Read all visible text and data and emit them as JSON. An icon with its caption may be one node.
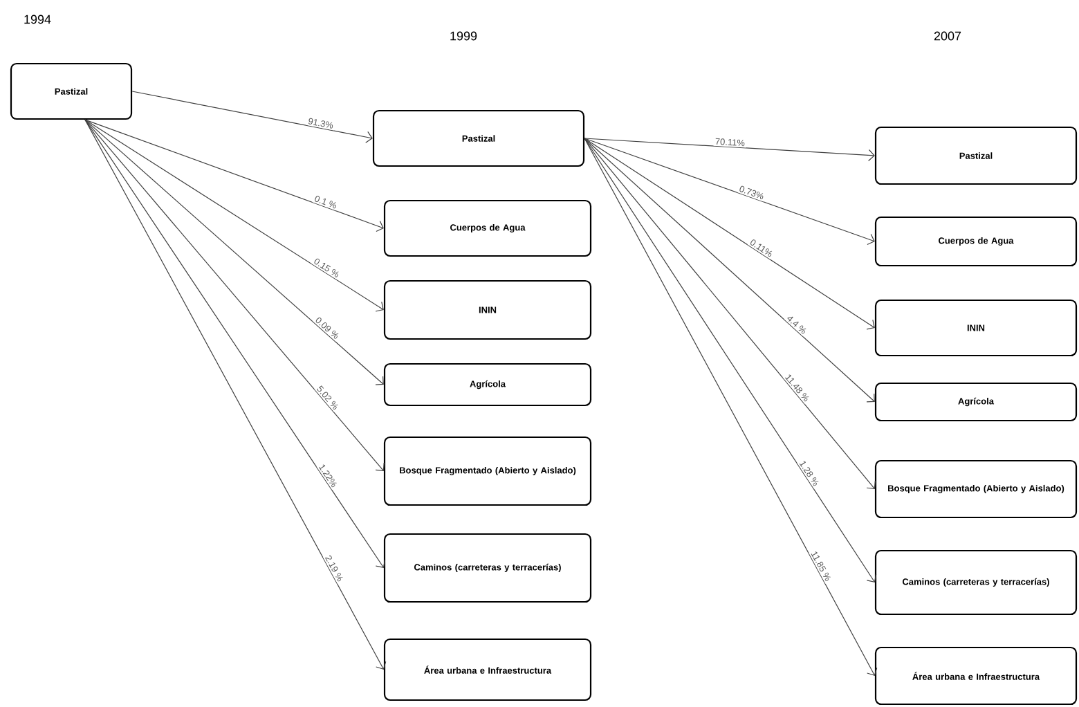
{
  "diagram": {
    "nodes": [
      {
        "text": [
          "Pastizal"
        ]
      },
      {
        "text": [
          "Pastizal"
        ]
      },
      {
        "text": [
          "Cuerpos de Agua"
        ]
      },
      {
        "text": [
          "ININ"
        ]
      },
      {
        "text": [
          "Agrícola"
        ]
      },
      {
        "text": [
          "Bosque Fragmentado (Abierto y Aislado)"
        ]
      },
      {
        "text": [
          "Caminos (carreteras y terracerías)"
        ]
      },
      {
        "text": [
          "Área urbana e Infraestructura"
        ]
      },
      {
        "text": [
          "Pastizal"
        ]
      },
      {
        "text": [
          "Cuerpos de Agua"
        ]
      },
      {
        "text": [
          "ININ"
        ]
      },
      {
        "text": [
          "Agrícola"
        ]
      },
      {
        "text": [
          "Bosque Fragmentado (Abierto y Aislado)"
        ]
      },
      {
        "text": [
          "Caminos (carreteras y terracerías)"
        ]
      },
      {
        "text": [
          "Área urbana e Infraestructura"
        ]
      }
    ],
    "edges": [
      {
        "from": 0,
        "to": 1,
        "arrow": "to",
        "label": "91.3%"
      },
      {
        "from": 0,
        "to": 2,
        "arrow": "to",
        "label": "0.1 %"
      },
      {
        "from": 0,
        "to": 3,
        "arrow": "to",
        "label": "0.15 %"
      },
      {
        "from": 0,
        "to": 4,
        "arrow": "to",
        "label": "0.09 %"
      },
      {
        "from": 0,
        "to": 5,
        "arrow": "to",
        "label": "5.02 %"
      },
      {
        "from": 0,
        "to": 6,
        "arrow": "to",
        "label": "1.22%"
      },
      {
        "from": 0,
        "to": 7,
        "arrow": "to",
        "label": "2.19 %"
      },
      {
        "from": 1,
        "to": 8,
        "arrow": "to",
        "label": "70.11%"
      },
      {
        "from": 1,
        "to": 9,
        "arrow": "to",
        "label": "0.73%"
      },
      {
        "from": 1,
        "to": 10,
        "arrow": "to",
        "label": "0.11%"
      },
      {
        "from": 1,
        "to": 11,
        "arrow": "to",
        "label": "4.4 %"
      },
      {
        "from": 1,
        "to": 12,
        "arrow": "to",
        "label": "11.48 %"
      },
      {
        "from": 1,
        "to": 13,
        "arrow": "to",
        "label": "1.28 %"
      },
      {
        "from": 1,
        "to": 14,
        "arrow": "to",
        "label": "11.85 %"
      }
    ],
    "labels": [
      "1994",
      "1999",
      "2007"
    ]
  }
}
